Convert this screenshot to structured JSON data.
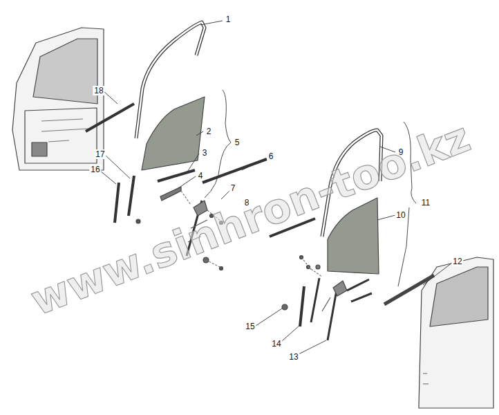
{
  "diagram": {
    "labels": [
      "1",
      "18",
      "2",
      "5",
      "3",
      "17",
      "16",
      "4",
      "6",
      "7",
      "8",
      "9",
      "11",
      "10",
      "12",
      "15",
      "14",
      "13",
      "www.sinhron-too.kz"
    ]
  }
}
